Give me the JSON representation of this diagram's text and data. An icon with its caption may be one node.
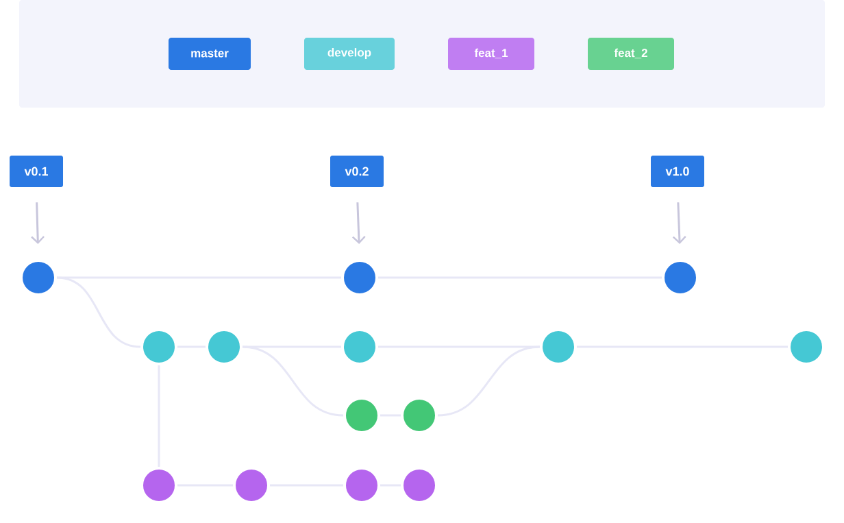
{
  "diagram": {
    "nodes": [
      {
        "text": [
          "v0.1"
        ]
      },
      {
        "text": [
          "v0.2"
        ]
      },
      {
        "text": [
          "v1.0"
        ]
      },
      {
        "text": [],
        "shape": "circle"
      },
      {
        "text": [],
        "shape": "circle"
      },
      {
        "text": [],
        "shape": "circle"
      },
      {
        "text": [],
        "shape": "circle"
      },
      {
        "text": [],
        "shape": "circle"
      },
      {
        "text": [],
        "shape": "circle"
      },
      {
        "text": [],
        "shape": "circle"
      },
      {
        "text": [],
        "shape": "circle"
      },
      {
        "text": [],
        "shape": "circle"
      },
      {
        "text": [],
        "shape": "circle"
      },
      {
        "text": [],
        "shape": "circle"
      },
      {
        "text": [],
        "shape": "circle"
      },
      {
        "text": [],
        "shape": "circle"
      },
      {
        "text": [],
        "shape": "circle"
      }
    ],
    "edges": [
      {
        "from": 0,
        "to": 3,
        "arrow": "to",
        "color": "#c8c6dc"
      },
      {
        "from": 1,
        "to": 4,
        "arrow": "to",
        "color": "#c8c6dc"
      },
      {
        "from": 2,
        "to": 5,
        "arrow": "to",
        "color": "#c8c6dc"
      },
      {
        "from": 3,
        "to": 4,
        "arrow": "none"
      },
      {
        "from": 4,
        "to": 5,
        "arrow": "none"
      },
      {
        "from": 3,
        "to": 6,
        "arrow": "none"
      },
      {
        "from": 6,
        "to": 7,
        "arrow": "none"
      },
      {
        "from": 7,
        "to": 8,
        "arrow": "none"
      },
      {
        "from": 8,
        "to": 9,
        "arrow": "none"
      },
      {
        "from": 9,
        "to": 10,
        "arrow": "none"
      },
      {
        "from": 7,
        "to": 11,
        "arrow": "none"
      },
      {
        "from": 11,
        "to": 12,
        "arrow": "none"
      },
      {
        "from": 12,
        "to": 9,
        "arrow": "none"
      },
      {
        "from": 6,
        "to": 13,
        "arrow": "none"
      },
      {
        "from": 13,
        "to": 14,
        "arrow": "none"
      },
      {
        "from": 14,
        "to": 15,
        "arrow": "none"
      },
      {
        "from": 15,
        "to": 16,
        "arrow": "none"
      }
    ],
    "legend": [
      {
        "text": "master",
        "color": "#2a79e3"
      },
      {
        "text": "develop",
        "color": "#68d1dc"
      },
      {
        "text": "feat_1",
        "color": "#c07ef2"
      },
      {
        "text": "feat_2",
        "color": "#68d291"
      }
    ]
  }
}
